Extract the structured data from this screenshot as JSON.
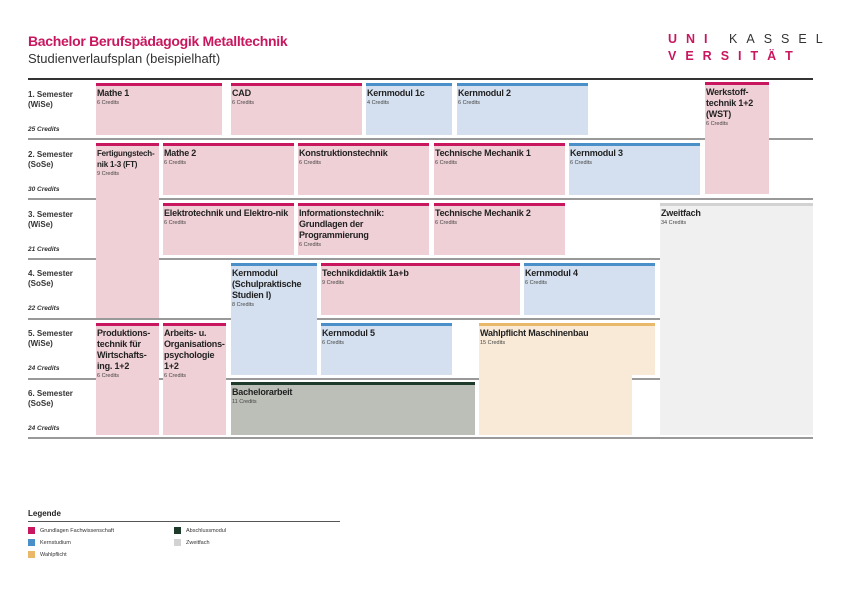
{
  "header": {
    "title": "Bachelor Berufspädagogik Metalltechnik",
    "subtitle": "Studienverlaufsplan (beispielhaft)",
    "logo_top_a": "UNI",
    "logo_top_b": "KASSEL",
    "logo_bottom": "VERSITÄT"
  },
  "semesters": [
    {
      "label": "1. Semester",
      "term": "(WiSe)",
      "credits": "25 Credits"
    },
    {
      "label": "2. Semester",
      "term": "(SoSe)",
      "credits": "30 Credits"
    },
    {
      "label": "3. Semester",
      "term": "(WiSe)",
      "credits": "21 Credits"
    },
    {
      "label": "4. Semester",
      "term": "(SoSe)",
      "credits": "22 Credits"
    },
    {
      "label": "5. Semester",
      "term": "(WiSe)",
      "credits": "24 Credits"
    },
    {
      "label": "6. Semester",
      "term": "(SoSe)",
      "credits": "24 Credits"
    }
  ],
  "modules": [
    {
      "name": "Mathe 1",
      "credits": "6 Credits"
    },
    {
      "name": "CAD",
      "credits": "6 Credits"
    },
    {
      "name": "Kernmodul 1c",
      "credits": "4 Credits"
    },
    {
      "name": "Kernmodul 2",
      "credits": "6 Credits"
    },
    {
      "name": "Werkstoff-technik 1+2 (WST)",
      "credits": "6 Credits"
    },
    {
      "name": "Fertigungstech-nik 1-3 (FT)",
      "credits": "9 Credits"
    },
    {
      "name": "Mathe 2",
      "credits": "6 Credits"
    },
    {
      "name": "Konstruktionstechnik",
      "credits": "6 Credits"
    },
    {
      "name": "Technische Mechanik 1",
      "credits": "6 Credits"
    },
    {
      "name": "Kernmodul 3",
      "credits": "6 Credits"
    },
    {
      "name": "Elektrotechnik und Elektro-nik",
      "credits": "6 Credits"
    },
    {
      "name": "Informationstechnik: Grundlagen der Programmierung",
      "credits": "6 Credits"
    },
    {
      "name": "Technische Mechanik 2",
      "credits": "6 Credits"
    },
    {
      "name": "Zweitfach",
      "credits": "34 Credits"
    },
    {
      "name": "Kernmodul (Schulpraktische Studien I)",
      "credits": "8 Credits"
    },
    {
      "name": "Technikdidaktik 1a+b",
      "credits": "9 Credits"
    },
    {
      "name": "Kernmodul 4",
      "credits": "6 Credits"
    },
    {
      "name": "Produktions-technik für Wirtschafts-ing. 1+2",
      "credits": "6 Credits"
    },
    {
      "name": "Arbeits- u. Organisations-psychologie 1+2",
      "credits": "6 Credits"
    },
    {
      "name": "Kernmodul 5",
      "credits": "6 Credits"
    },
    {
      "name": "Wahlpflicht Maschinenbau",
      "credits": "15 Credits"
    },
    {
      "name": "Bachelorarbeit",
      "credits": "11 Credits"
    }
  ],
  "legend": {
    "title": "Legende",
    "items": [
      {
        "label": "Grundlagen Fachwissenschaft",
        "color": "#c9175f"
      },
      {
        "label": "Kernstudium",
        "color": "#4b8fc9"
      },
      {
        "label": "Wahlpflicht",
        "color": "#e9b868"
      },
      {
        "label": "Abschlussmodul",
        "color": "#1d3a2b"
      },
      {
        "label": "Zweitfach",
        "color": "#d2d2d2"
      }
    ]
  }
}
